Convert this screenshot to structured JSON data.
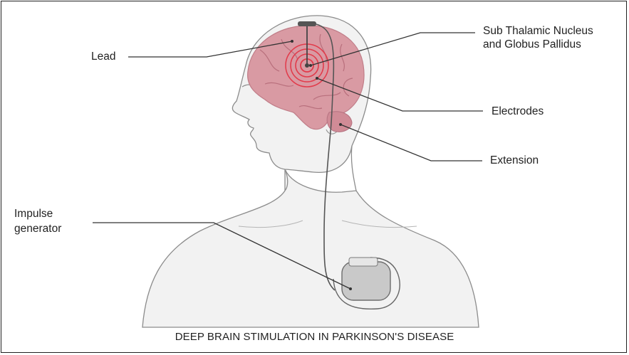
{
  "labels": {
    "lead": "Lead",
    "target_line1": "Sub Thalamic Nucleus",
    "target_line2": "and Globus Pallidus",
    "electrodes": "Electrodes",
    "extension": "Extension",
    "generator_line1": "Impulse",
    "generator_line2": "generator"
  },
  "caption": "DEEP BRAIN STIMULATION IN PARKINSON'S DISEASE",
  "colors": {
    "brain": "#d99aa3",
    "brain_outline": "#c07d88",
    "skin": "#f2f2f2",
    "outline": "#8c8c8c",
    "target_rings": "#e23a4a",
    "wire": "#555555",
    "device": "#c9c9c9"
  }
}
